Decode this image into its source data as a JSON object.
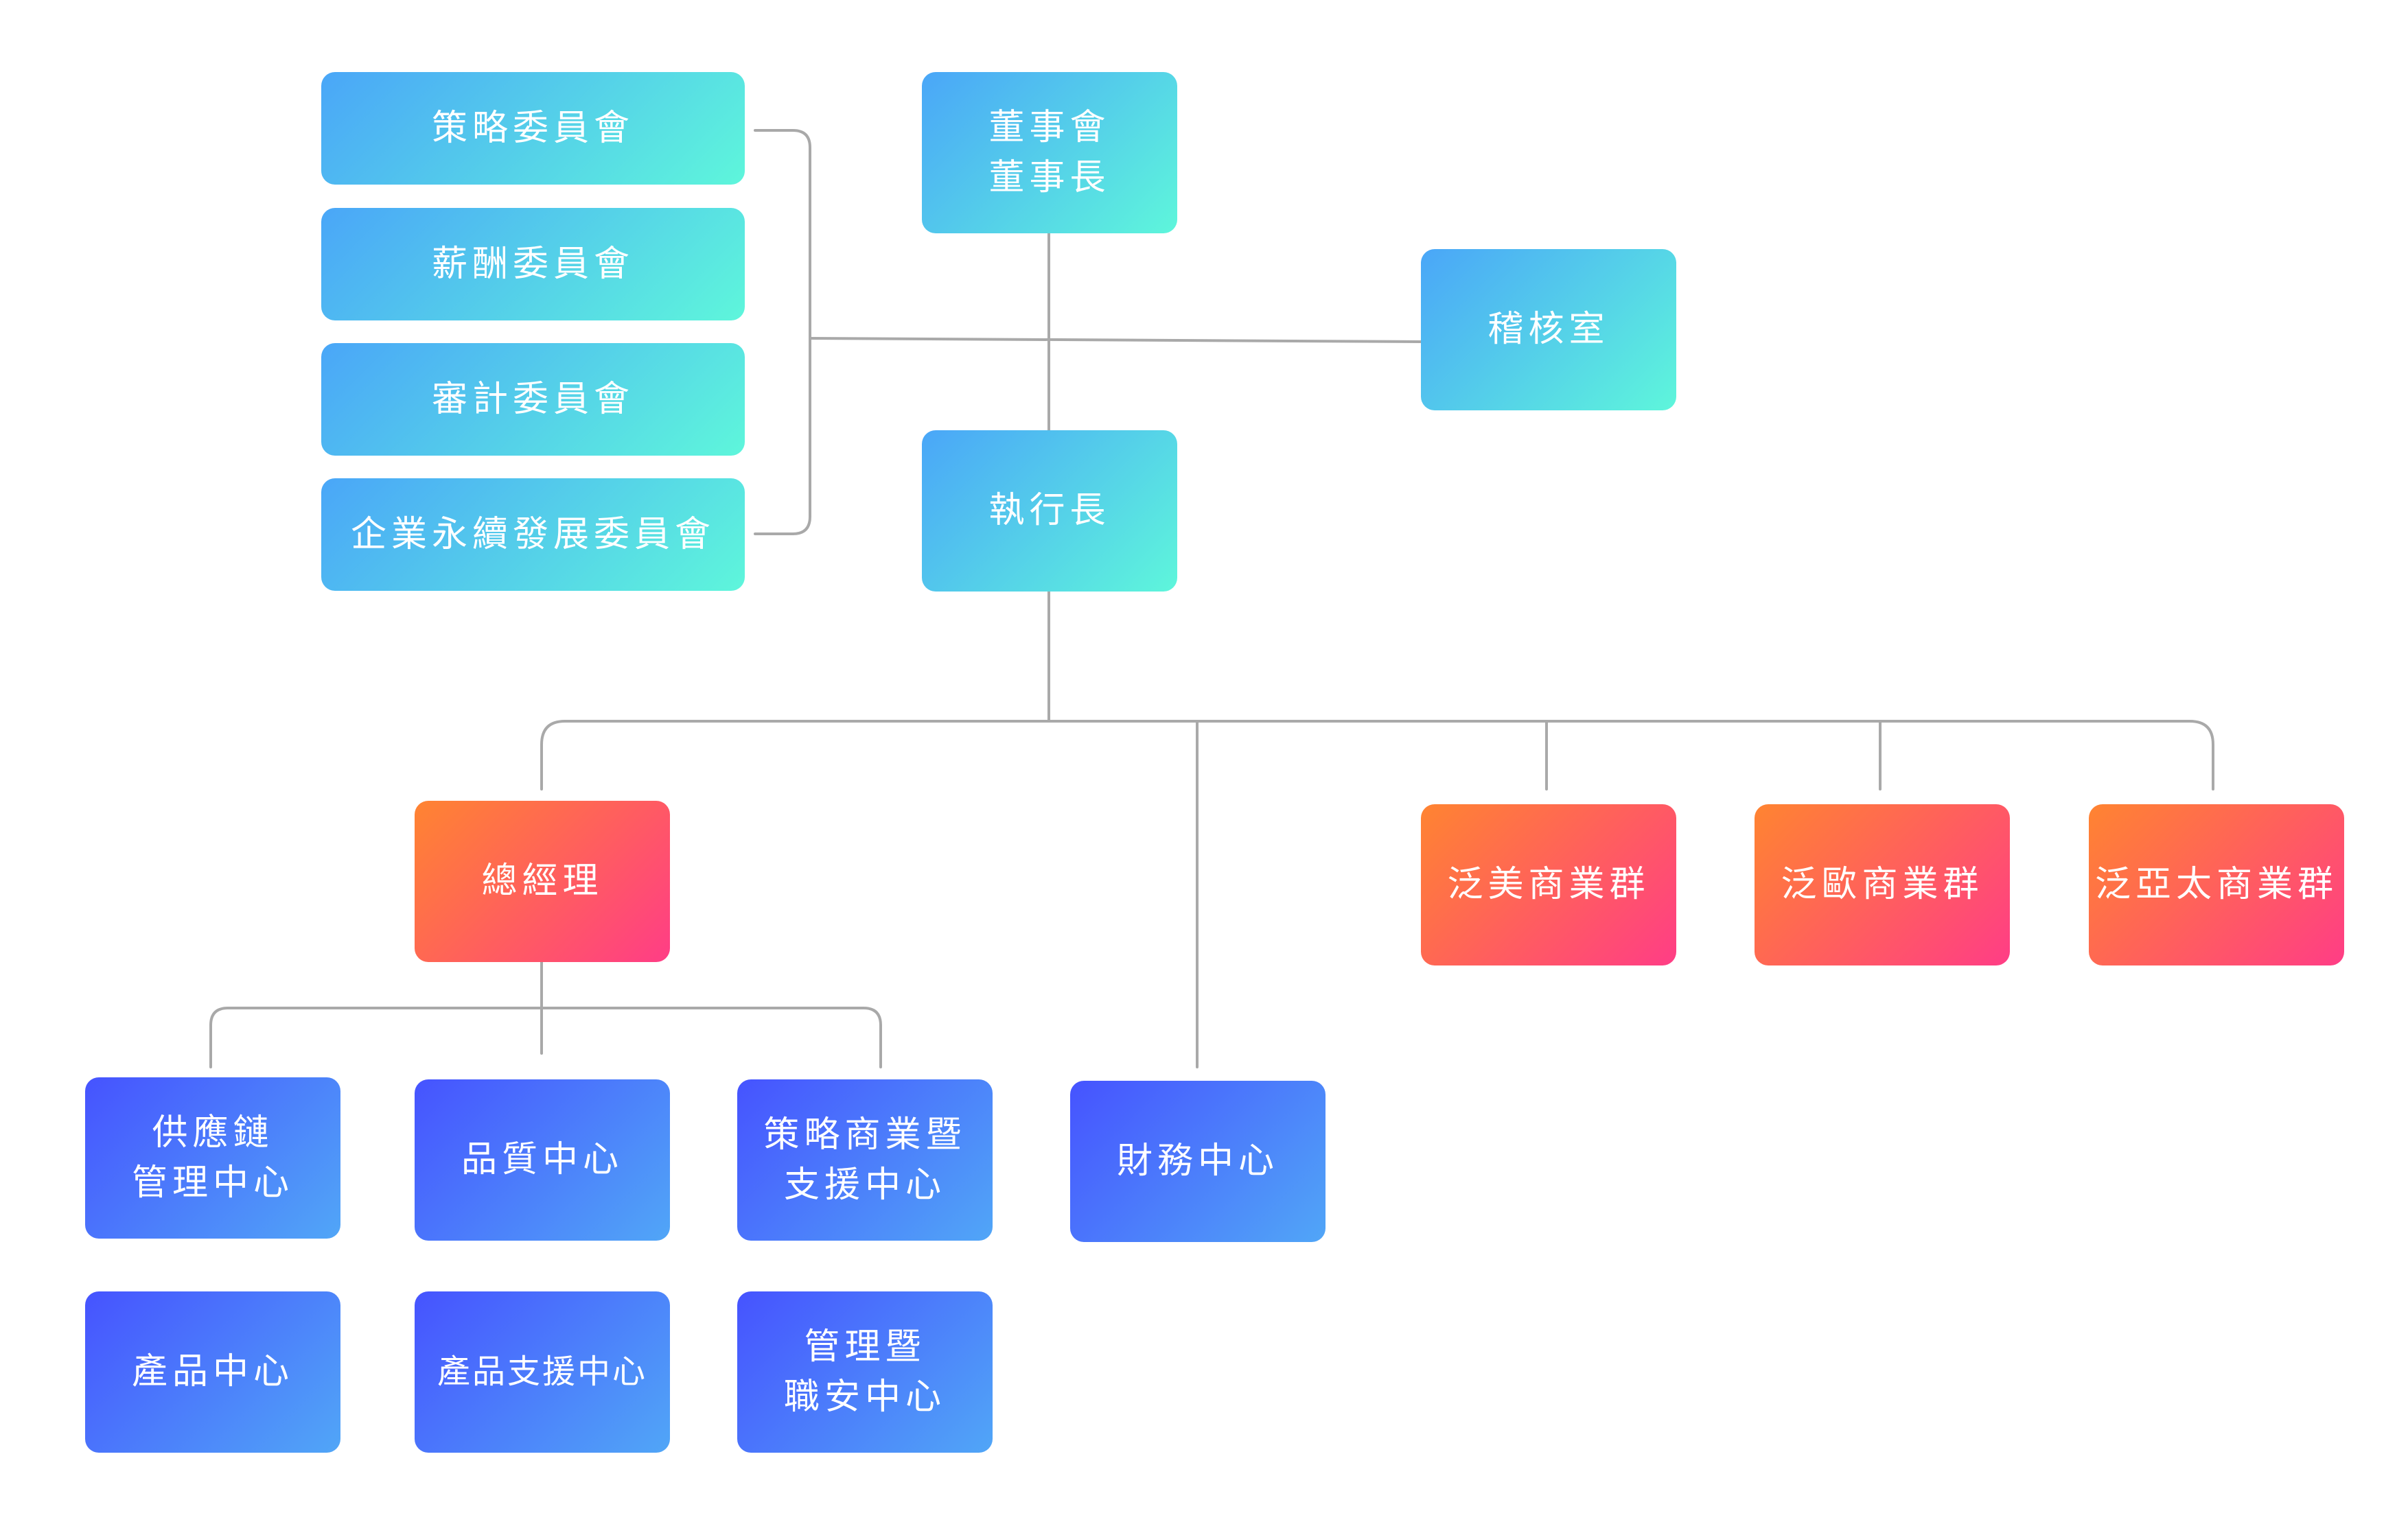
{
  "board": {
    "line1": "董事會",
    "line2": "董事長"
  },
  "committees": {
    "strategy": "策略委員會",
    "compensation": "薪酬委員會",
    "audit": "審計委員會",
    "sustainability": "企業永續發展委員會"
  },
  "audit_office": "稽核室",
  "ceo": "執行長",
  "general_manager": "總經理",
  "business_groups": {
    "americas": "泛美商業群",
    "europe": "泛歐商業群",
    "apac": "泛亞太商業群"
  },
  "finance_center": "財務中心",
  "centers": {
    "supply_chain": {
      "line1": "供應鏈",
      "line2": "管理中心"
    },
    "quality": "品質中心",
    "strategic_business": {
      "line1": "策略商業暨",
      "line2": "支援中心"
    },
    "product": "產品中心",
    "product_support": "產品支援中心",
    "management_safety": {
      "line1": "管理暨",
      "line2": "職安中心"
    }
  },
  "colors": {
    "connector": "#a9a9a9",
    "teal_gradient": [
      "#4aa6f8",
      "#5ef6db"
    ],
    "warm_gradient": [
      "#ff8431",
      "#ff3d86"
    ],
    "blue_gradient": [
      "#4653ff",
      "#51a6f7"
    ]
  }
}
